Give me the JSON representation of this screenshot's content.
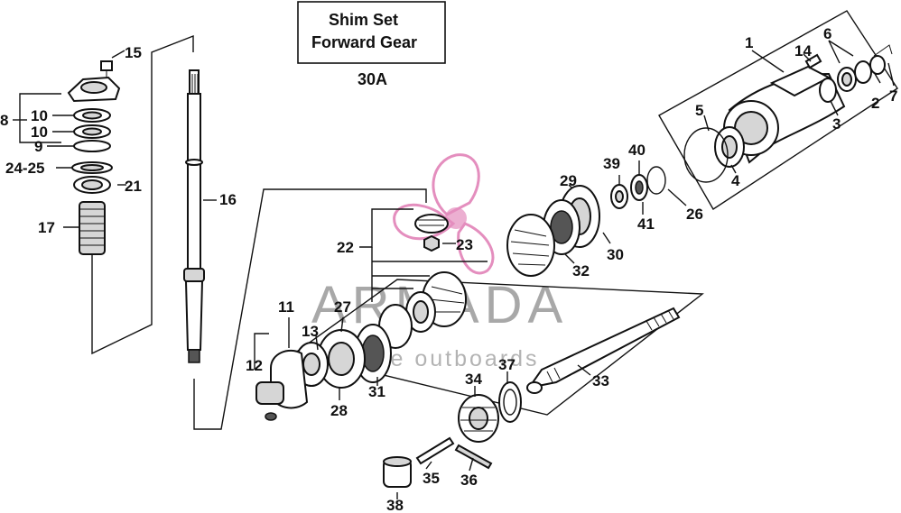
{
  "shim_box": {
    "line1": "Shim Set",
    "line2": "Forward Gear",
    "ref": "30A"
  },
  "watermark": {
    "brand": "ARMADA",
    "tagline": "marine outboards",
    "logo_color": "#e07bb3",
    "text_color": "#8c8c8c"
  },
  "callouts": {
    "c1": "1",
    "c2": "2",
    "c3": "3",
    "c4": "4",
    "c5": "5",
    "c6": "6",
    "c7": "7",
    "c8": "8",
    "c9": "9",
    "c10a": "10",
    "c10b": "10",
    "c11": "11",
    "c12": "12",
    "c13": "13",
    "c14": "14",
    "c15": "15",
    "c16": "16",
    "c17": "17",
    "c21": "21",
    "c22": "22",
    "c23": "23",
    "c2425": "24-25",
    "c26": "26",
    "c27": "27",
    "c28": "28",
    "c29": "29",
    "c30": "30",
    "c31": "31",
    "c32": "32",
    "c33": "33",
    "c34": "34",
    "c35": "35",
    "c36": "36",
    "c37": "37",
    "c38": "38",
    "c39": "39",
    "c40": "40",
    "c41": "41"
  }
}
